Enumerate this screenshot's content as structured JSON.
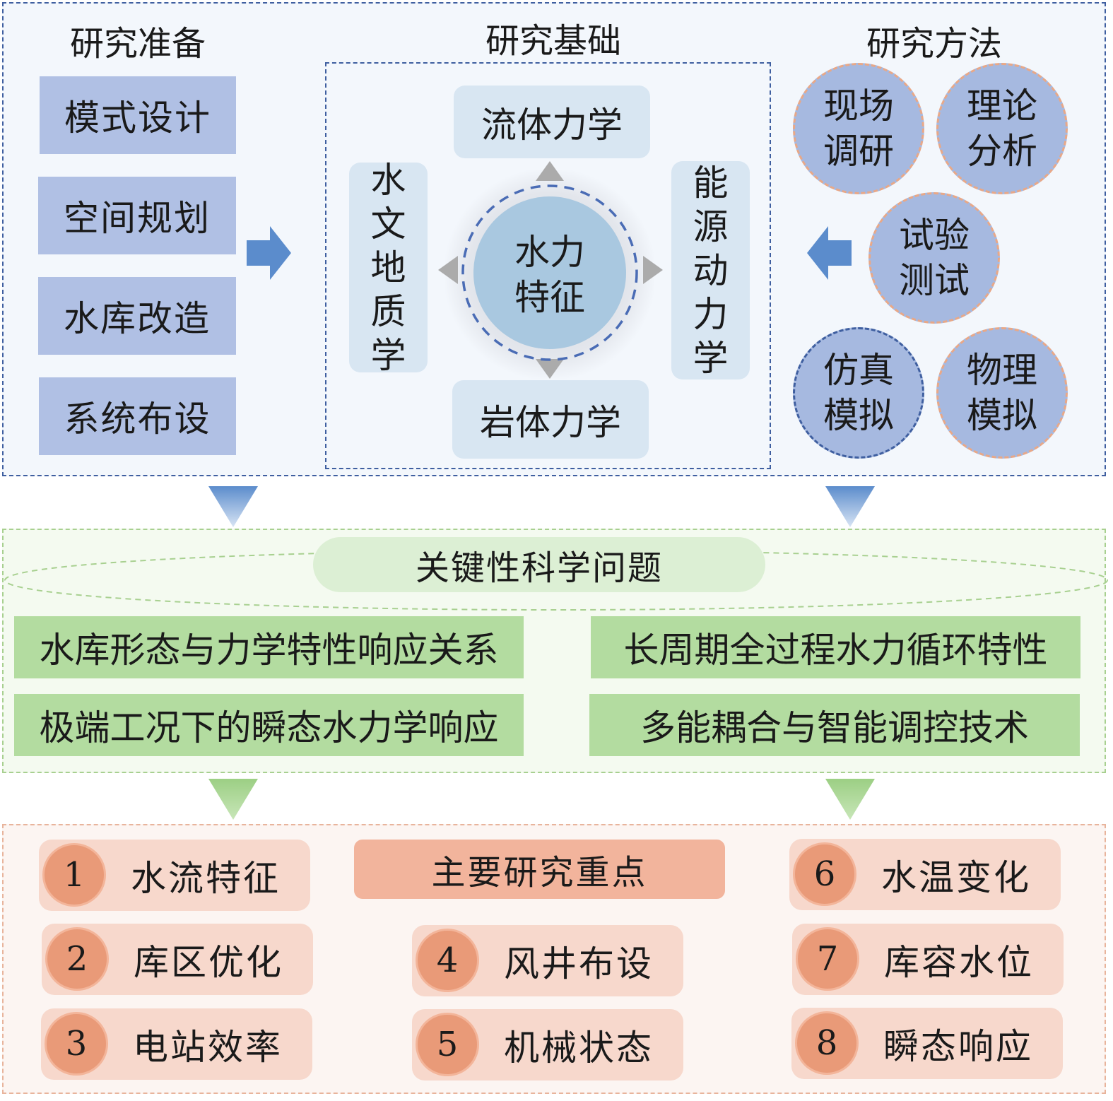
{
  "colors": {
    "top_border": "#3f5fa0",
    "green_border": "#a8d090",
    "orange_border": "#e8b49c"
  },
  "top": {
    "prep": {
      "title": "研究准备",
      "items": [
        "模式设计",
        "空间规划",
        "水库改造",
        "系统布设"
      ]
    },
    "basis": {
      "title": "研究基础",
      "center": [
        "水力",
        "特征"
      ],
      "top": "流体力学",
      "bottom": "岩体力学",
      "left": [
        "水",
        "文",
        "地",
        "质",
        "学"
      ],
      "right": [
        "能",
        "源",
        "动",
        "力",
        "学"
      ]
    },
    "methods": {
      "title": "研究方法",
      "items": [
        [
          "现场",
          "调研"
        ],
        [
          "理论",
          "分析"
        ],
        [
          "试验",
          "测试"
        ],
        [
          "仿真",
          "模拟"
        ],
        [
          "物理",
          "模拟"
        ]
      ]
    }
  },
  "middle": {
    "title": "关键性科学问题",
    "items": [
      "水库形态与力学特性响应关系",
      "长周期全过程水力循环特性",
      "极端工况下的瞬态水力学响应",
      "多能耦合与智能调控技术"
    ]
  },
  "bottom": {
    "title": "主要研究重点",
    "items": [
      {
        "num": "1",
        "label": "水流特征"
      },
      {
        "num": "2",
        "label": "库区优化"
      },
      {
        "num": "3",
        "label": "电站效率"
      },
      {
        "num": "4",
        "label": "风井布设"
      },
      {
        "num": "5",
        "label": "机械状态"
      },
      {
        "num": "6",
        "label": "水温变化"
      },
      {
        "num": "7",
        "label": "库容水位"
      },
      {
        "num": "8",
        "label": "瞬态响应"
      }
    ]
  }
}
